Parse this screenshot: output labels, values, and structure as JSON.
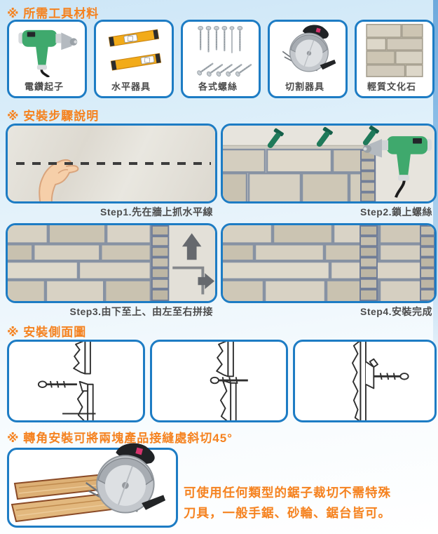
{
  "colors": {
    "accent_orange": "#f5821f",
    "border_blue": "#1d7cc4",
    "caption_gray": "#4c4c4c",
    "drill_green": "#3fa96d",
    "screw_green": "#1f7a5a",
    "level_yellow": "#f2ab19",
    "stone_beige": "#d6d0c1"
  },
  "sections": {
    "tools": {
      "heading": "※ 所需工具材料",
      "items": [
        {
          "label": "電鑽起子",
          "icon": "drill-icon"
        },
        {
          "label": "水平器具",
          "icon": "level-icon"
        },
        {
          "label": "各式螺絲",
          "icon": "screws-icon"
        },
        {
          "label": "切割器具",
          "icon": "circular-saw-icon"
        },
        {
          "label": "輕質文化石",
          "icon": "culture-stone-icon"
        }
      ]
    },
    "steps": {
      "heading": "※ 安裝步驟說明",
      "items": [
        {
          "caption": "Step1.先在牆上抓水平線"
        },
        {
          "caption": "Step2.鎖上螺絲"
        },
        {
          "caption": "Step3.由下至上、由左至右拼接"
        },
        {
          "caption": "Step4.安裝完成"
        }
      ]
    },
    "side_view": {
      "heading": "※ 安裝側面圖"
    },
    "corner": {
      "heading": "※ 轉角安裝可將兩塊產品接縫處斜切45°",
      "note_line1": "可使用任何類型的鋸子裁切不需特殊",
      "note_line2": "刀具，一般手鋸、砂輪、鋸台皆可。"
    }
  }
}
